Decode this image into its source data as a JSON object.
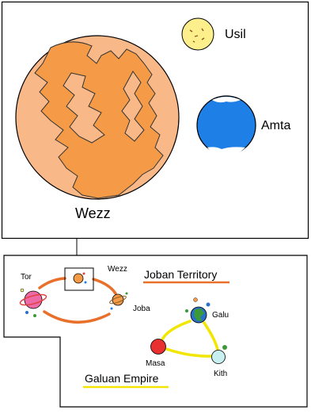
{
  "top_panel": {
    "planets": [
      {
        "name": "Wezz",
        "color": "#f8b888",
        "land_color": "#f59b47"
      },
      {
        "name": "Usil",
        "color": "#fdf08c"
      },
      {
        "name": "Amta",
        "color": "#1e7fe6",
        "cap_color": "#ffffff"
      }
    ]
  },
  "map_panel": {
    "bodies": [
      {
        "name": "Tor",
        "color": "#ee6aa6",
        "ring_color": "#e04040"
      },
      {
        "name": "Wezz",
        "color": "#f59b47"
      },
      {
        "name": "Joba",
        "color": "#f59b47"
      },
      {
        "name": "Galu",
        "color": "#2a6fc8",
        "land_color": "#3a9a3a"
      },
      {
        "name": "Masa",
        "color": "#e83030"
      },
      {
        "name": "Kith",
        "color": "#c8f0f0"
      }
    ],
    "territories": [
      {
        "label": "Joban Territory",
        "underline_color": "#e8702a",
        "route_color": "#e8702a"
      },
      {
        "label": "Galuan Empire",
        "underline_color": "#f2e600",
        "route_color": "#f2e600"
      }
    ]
  }
}
